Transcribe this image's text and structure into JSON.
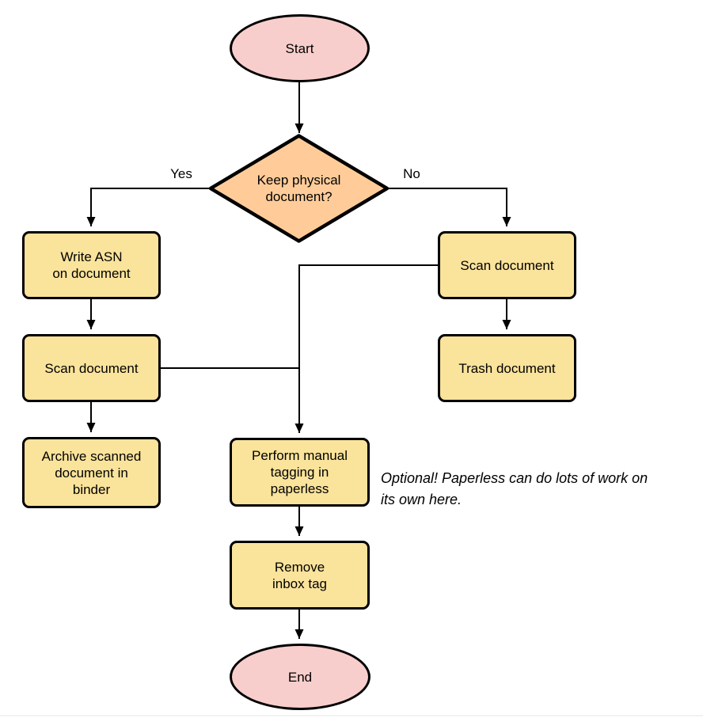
{
  "diagram": {
    "type": "flowchart",
    "nodes": {
      "start": {
        "label": "Start",
        "shape": "terminal"
      },
      "decision": {
        "label": "Keep physical\ndocument?",
        "shape": "decision"
      },
      "write_asn": {
        "label": "Write ASN\non document",
        "shape": "process"
      },
      "scan_left": {
        "label": "Scan document",
        "shape": "process"
      },
      "archive": {
        "label": "Archive scanned\ndocument in\nbinder",
        "shape": "process"
      },
      "scan_right": {
        "label": "Scan document",
        "shape": "process"
      },
      "trash": {
        "label": "Trash document",
        "shape": "process"
      },
      "tagging": {
        "label": "Perform manual\ntagging in\npaperless",
        "shape": "process"
      },
      "remove_inbox": {
        "label": "Remove\ninbox tag",
        "shape": "process"
      },
      "end": {
        "label": "End",
        "shape": "terminal"
      }
    },
    "edge_labels": {
      "yes": "Yes",
      "no": "No"
    },
    "note": "Optional! Paperless can do lots of work on\nits own here.",
    "colors": {
      "terminal": "#f8cecc",
      "decision": "#ffcc99",
      "process": "#fae39b",
      "stroke": "#000000"
    }
  }
}
